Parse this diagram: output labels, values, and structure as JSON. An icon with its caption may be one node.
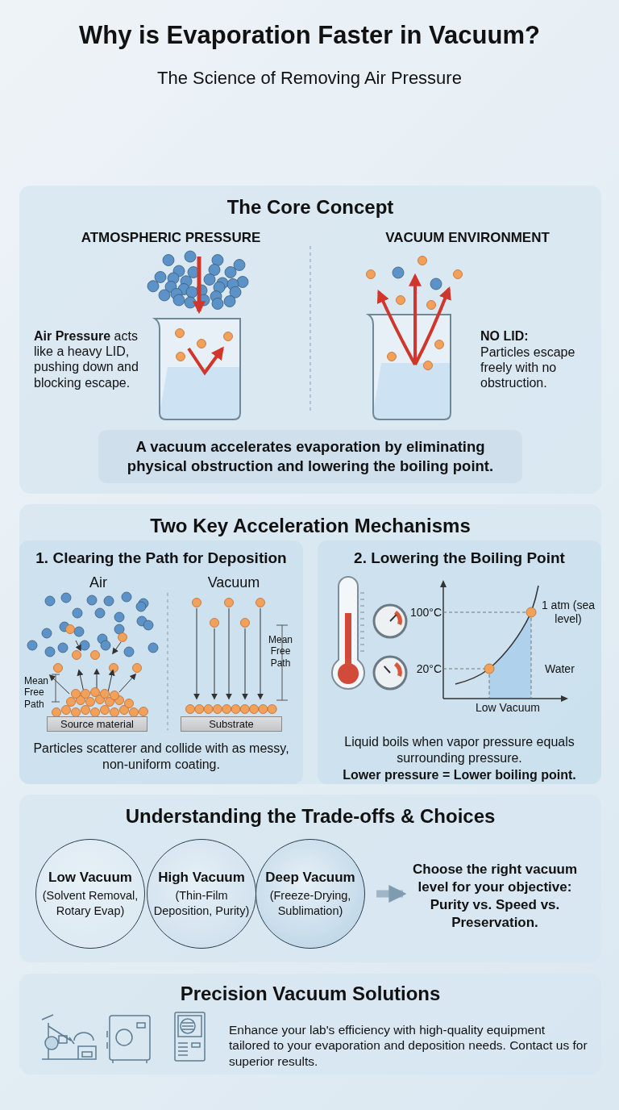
{
  "diagram": {
    "title": "Why is Evaporation Faster in Vacuum?",
    "nodes": [
      {
        "text": [
          "The Core Concept"
        ]
      },
      {
        "text": [
          "A vacuum accelerates evaporation by eliminating physical obstruction and lowering the boiling point."
        ],
        "in": 0
      },
      {
        "text": [
          "Two Key Acceleration Mechanisms"
        ]
      },
      {
        "text": [
          "1. Clearing the Path for Deposition",
          "Particles scatterer and collide with as messy, non-uniform coating."
        ],
        "in": 2
      },
      {
        "text": [
          "Source material"
        ],
        "in": 3
      },
      {
        "text": [
          "Substrate"
        ],
        "in": 3
      },
      {
        "text": [
          "2. Lowering the Boiling Point",
          "Liquid boils when vapor pressure equals surrounding pressure.",
          "Lower pressure = Lower boiling point."
        ],
        "in": 2
      },
      {
        "text": [
          "Understanding the Trade-offs & Choices"
        ]
      },
      {
        "text": [
          "Low Vacuum",
          "(Solvent Removal, Rotary Evap)"
        ],
        "in": 7
      },
      {
        "text": [
          "High Vacuum",
          "(Thin-Film Deposition, Purity)"
        ],
        "in": 7
      },
      {
        "text": [
          "Deep Vacuum",
          "(Freeze-Drying, Sublimation)"
        ],
        "in": 7
      },
      {
        "text": [
          "Choose the right vacuum level for your objective: Purity vs. Speed vs. Preservation."
        ],
        "in": 7
      },
      {
        "text": [
          "Precision Vacuum Solutions",
          "Enhance your lab's efficiency with high-quality equipment tailored to your evaporation and deposition needs. Contact us for superior results."
        ]
      }
    ],
    "edges": [
      {
        "from": 10,
        "to": 11,
        "arrow": "to"
      }
    ],
    "labels": [
      "The Science of Removing Air Pressure",
      "ATMOSPHERIC PRESSURE",
      "VACUUM ENVIRONMENT",
      "**Air Pressure** acts like a heavy LID, pushing down and blocking escape.",
      "NO LID:",
      "Particles escape freely with no obstruction.",
      "Air",
      "Vacuum",
      "Mean Free Path",
      "Mean Free Path",
      "100°C",
      "20°C",
      "1 atm (sea level)",
      "Water",
      "Low Vacuum"
    ]
  }
}
